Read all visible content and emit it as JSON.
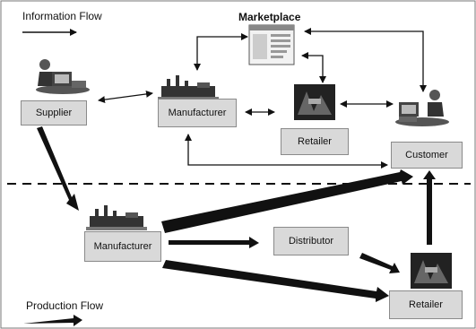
{
  "diagram": {
    "information_flow_label": "Information Flow",
    "production_flow_label": "Production Flow",
    "marketplace_label": "Marketplace",
    "nodes": {
      "supplier": "Supplier",
      "manufacturer_top": "Manufacturer",
      "retailer_top": "Retailer",
      "customer": "Customer",
      "manufacturer_bottom": "Manufacturer",
      "distributor": "Distributor",
      "retailer_bottom": "Retailer"
    },
    "icons": [
      "person-at-computer-icon",
      "factory-icon",
      "web-page-icon",
      "store-photo-icon"
    ],
    "colors": {
      "box_fill": "#d9d9d9",
      "box_border": "#8a8a8a",
      "arrow": "#111111"
    }
  }
}
